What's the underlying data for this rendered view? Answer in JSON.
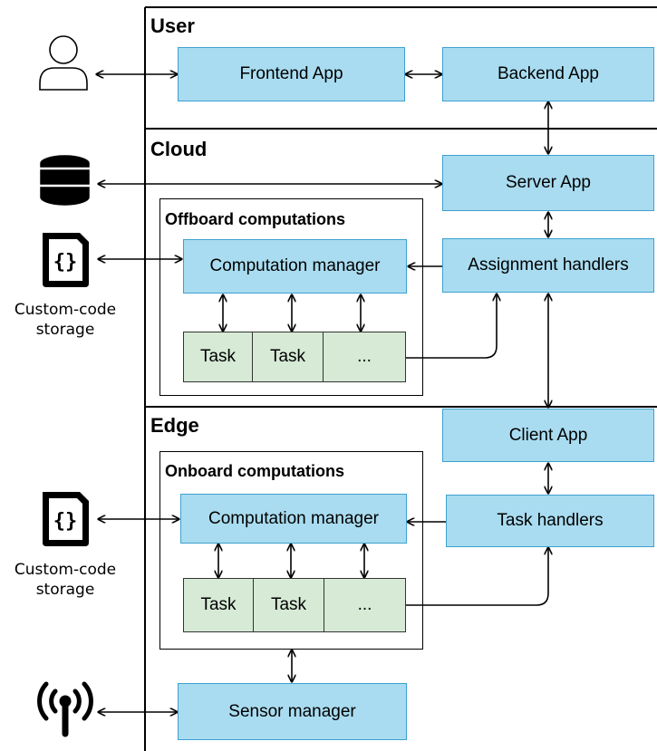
{
  "sections": {
    "user": "User",
    "cloud": "Cloud",
    "edge": "Edge"
  },
  "nodes": {
    "frontend_app": "Frontend App",
    "backend_app": "Backend App",
    "server_app": "Server App",
    "assignment_handlers": "Assignment handlers",
    "client_app": "Client App",
    "task_handlers": "Task handlers",
    "sensor_manager": "Sensor manager"
  },
  "offboard": {
    "title": "Offboard computations",
    "manager": "Computation manager",
    "tasks": [
      "Task",
      "Task",
      "..."
    ]
  },
  "onboard": {
    "title": "Onboard computations",
    "manager": "Computation manager",
    "tasks": [
      "Task",
      "Task",
      "..."
    ]
  },
  "external": {
    "user_icon": "user-icon",
    "database_icon": "database-icon",
    "code_file_icon": "code-file-icon",
    "sensor_icon": "antenna-icon",
    "code_file_glyph": "{}",
    "custom_code_line1": "Custom-code",
    "custom_code_line2": "storage"
  },
  "colors": {
    "component_fill": "#a9dcf0",
    "component_border": "#3ea0d0",
    "task_fill": "#d6ead6"
  }
}
